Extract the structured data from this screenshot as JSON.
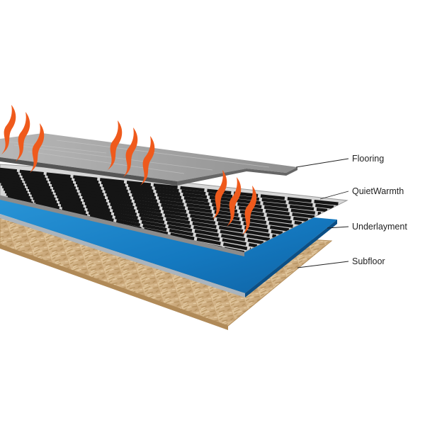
{
  "labels": {
    "flooring": "Flooring",
    "heater": "QuietWarmth",
    "underlayment": "Underlayment",
    "subfloor": "Subfloor"
  },
  "colors": {
    "flame": "#ef5a1c",
    "wood": "#d2b48a",
    "underlayment_blue": "#1779c2",
    "heater_grey": "#c8c8c8",
    "strip_black": "#151515",
    "flooring_grey": "#9a9a9a"
  }
}
